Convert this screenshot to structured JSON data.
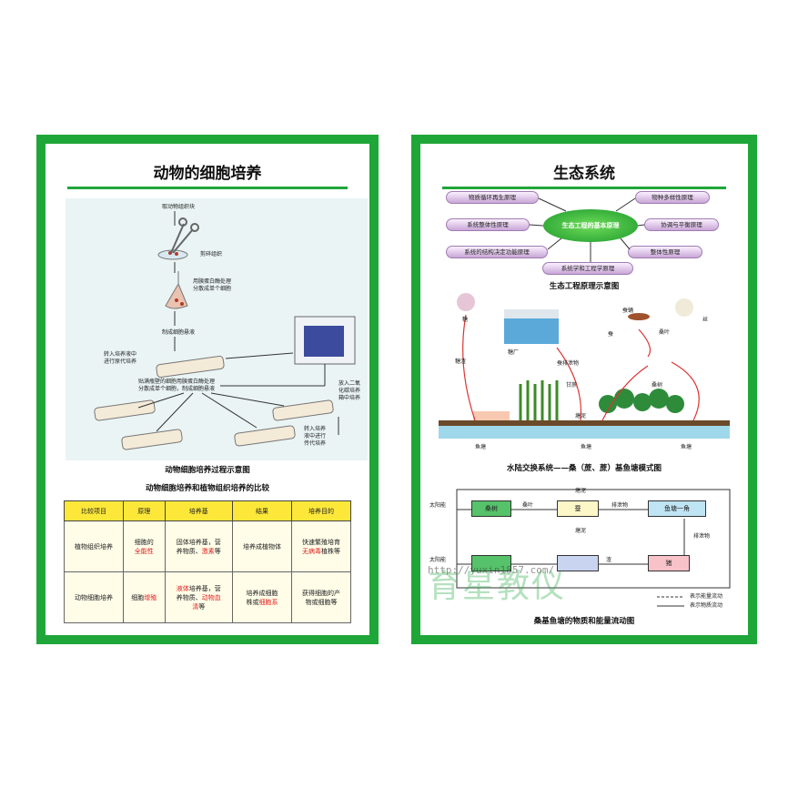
{
  "left": {
    "title": "动物的细胞培养",
    "steps": {
      "s1": "取动物组织块",
      "s2": "剪碎组织",
      "s3": "用胰蛋白酶处理",
      "s3b": "分散成单个细胞",
      "s4": "制成细胞悬液",
      "s5": "转入培养液中",
      "s5b": "进行原代培养",
      "s6": "贴满瓶壁的细胞用胰蛋白酶处理",
      "s6b": "分散成单个细胞，制成细胞悬液",
      "s7a": "放入二氧",
      "s7b": "化碳培养",
      "s7c": "箱中培养",
      "s8a": "转入培养",
      "s8b": "液中进行",
      "s8c": "传代培养"
    },
    "process_caption": "动物细胞培养过程示意图",
    "table_caption": "动物细胞培养和植物组织培养的比较",
    "table": {
      "headers": [
        "比较项目",
        "原理",
        "培养基",
        "结果",
        "培养目的"
      ],
      "row1": {
        "c1": "植物组织培养",
        "c2a": "细胞的",
        "c2b": "全能性",
        "c3a": "固体培养基，营",
        "c3b": "养物质、",
        "c3c": "激素",
        "c3d": "等",
        "c4": "培养成植物体",
        "c5a": "快速繁殖培育",
        "c5b": "无病毒",
        "c5c": "植株等"
      },
      "row2": {
        "c1": "动物细胞培养",
        "c2a": "细胞",
        "c2b": "增殖",
        "c3a": "液体",
        "c3b": "培养基，营",
        "c3c": "养物质、",
        "c3d": "动物血",
        "c3e": "清",
        "c3f": "等",
        "c4a": "培养成细胞",
        "c4b": "株或",
        "c4c": "细胞系",
        "c5a": "获得细胞的产",
        "c5b": "物或细胞等"
      }
    }
  },
  "right": {
    "title": "生态系统",
    "center": "生态工程的基本原理",
    "pills": [
      "物质循环再生原理",
      "物种多样性原理",
      "系统整体性原理",
      "协调与平衡原理",
      "系统的结构决定功能原理",
      "整体性原理",
      "系统学和工程学原理"
    ],
    "diagram_caption": "生态工程原理示意图",
    "labels": {
      "sugar": "糖",
      "silk": "丝",
      "factory": "糖厂",
      "pupa": "蚕蛹",
      "silkworm": "蚕",
      "leaf": "桑叶",
      "residue": "糖渣",
      "excrement": "蚕排泄物",
      "cane": "甘蔗",
      "mulberry": "桑树",
      "mud": "塘泥",
      "pond1": "鱼塘",
      "pond2": "鱼塘",
      "pond3": "鱼塘"
    },
    "system_caption": "水陆交换系统——桑（蔗、蔗）基鱼塘模式图",
    "flow": {
      "sun1": "太阳能",
      "sun2": "太阳能",
      "mulberry": "桑树",
      "silkworm": "蚕",
      "fish": "鱼塘一角",
      "mud_top": "塘泥",
      "leaf": "桑叶",
      "excr": "排泄物",
      "mud_mid": "塘泥",
      "excr2": "排泄物",
      "residue": "渣",
      "pig": "猪",
      "legend1": "表示能量流动",
      "legend2": "表示物质流动"
    },
    "flow_caption": "桑基鱼塘的物质和能量流动图"
  },
  "watermark": {
    "brand": "育星教仪",
    "url": "http://yuxin1857.com/"
  }
}
